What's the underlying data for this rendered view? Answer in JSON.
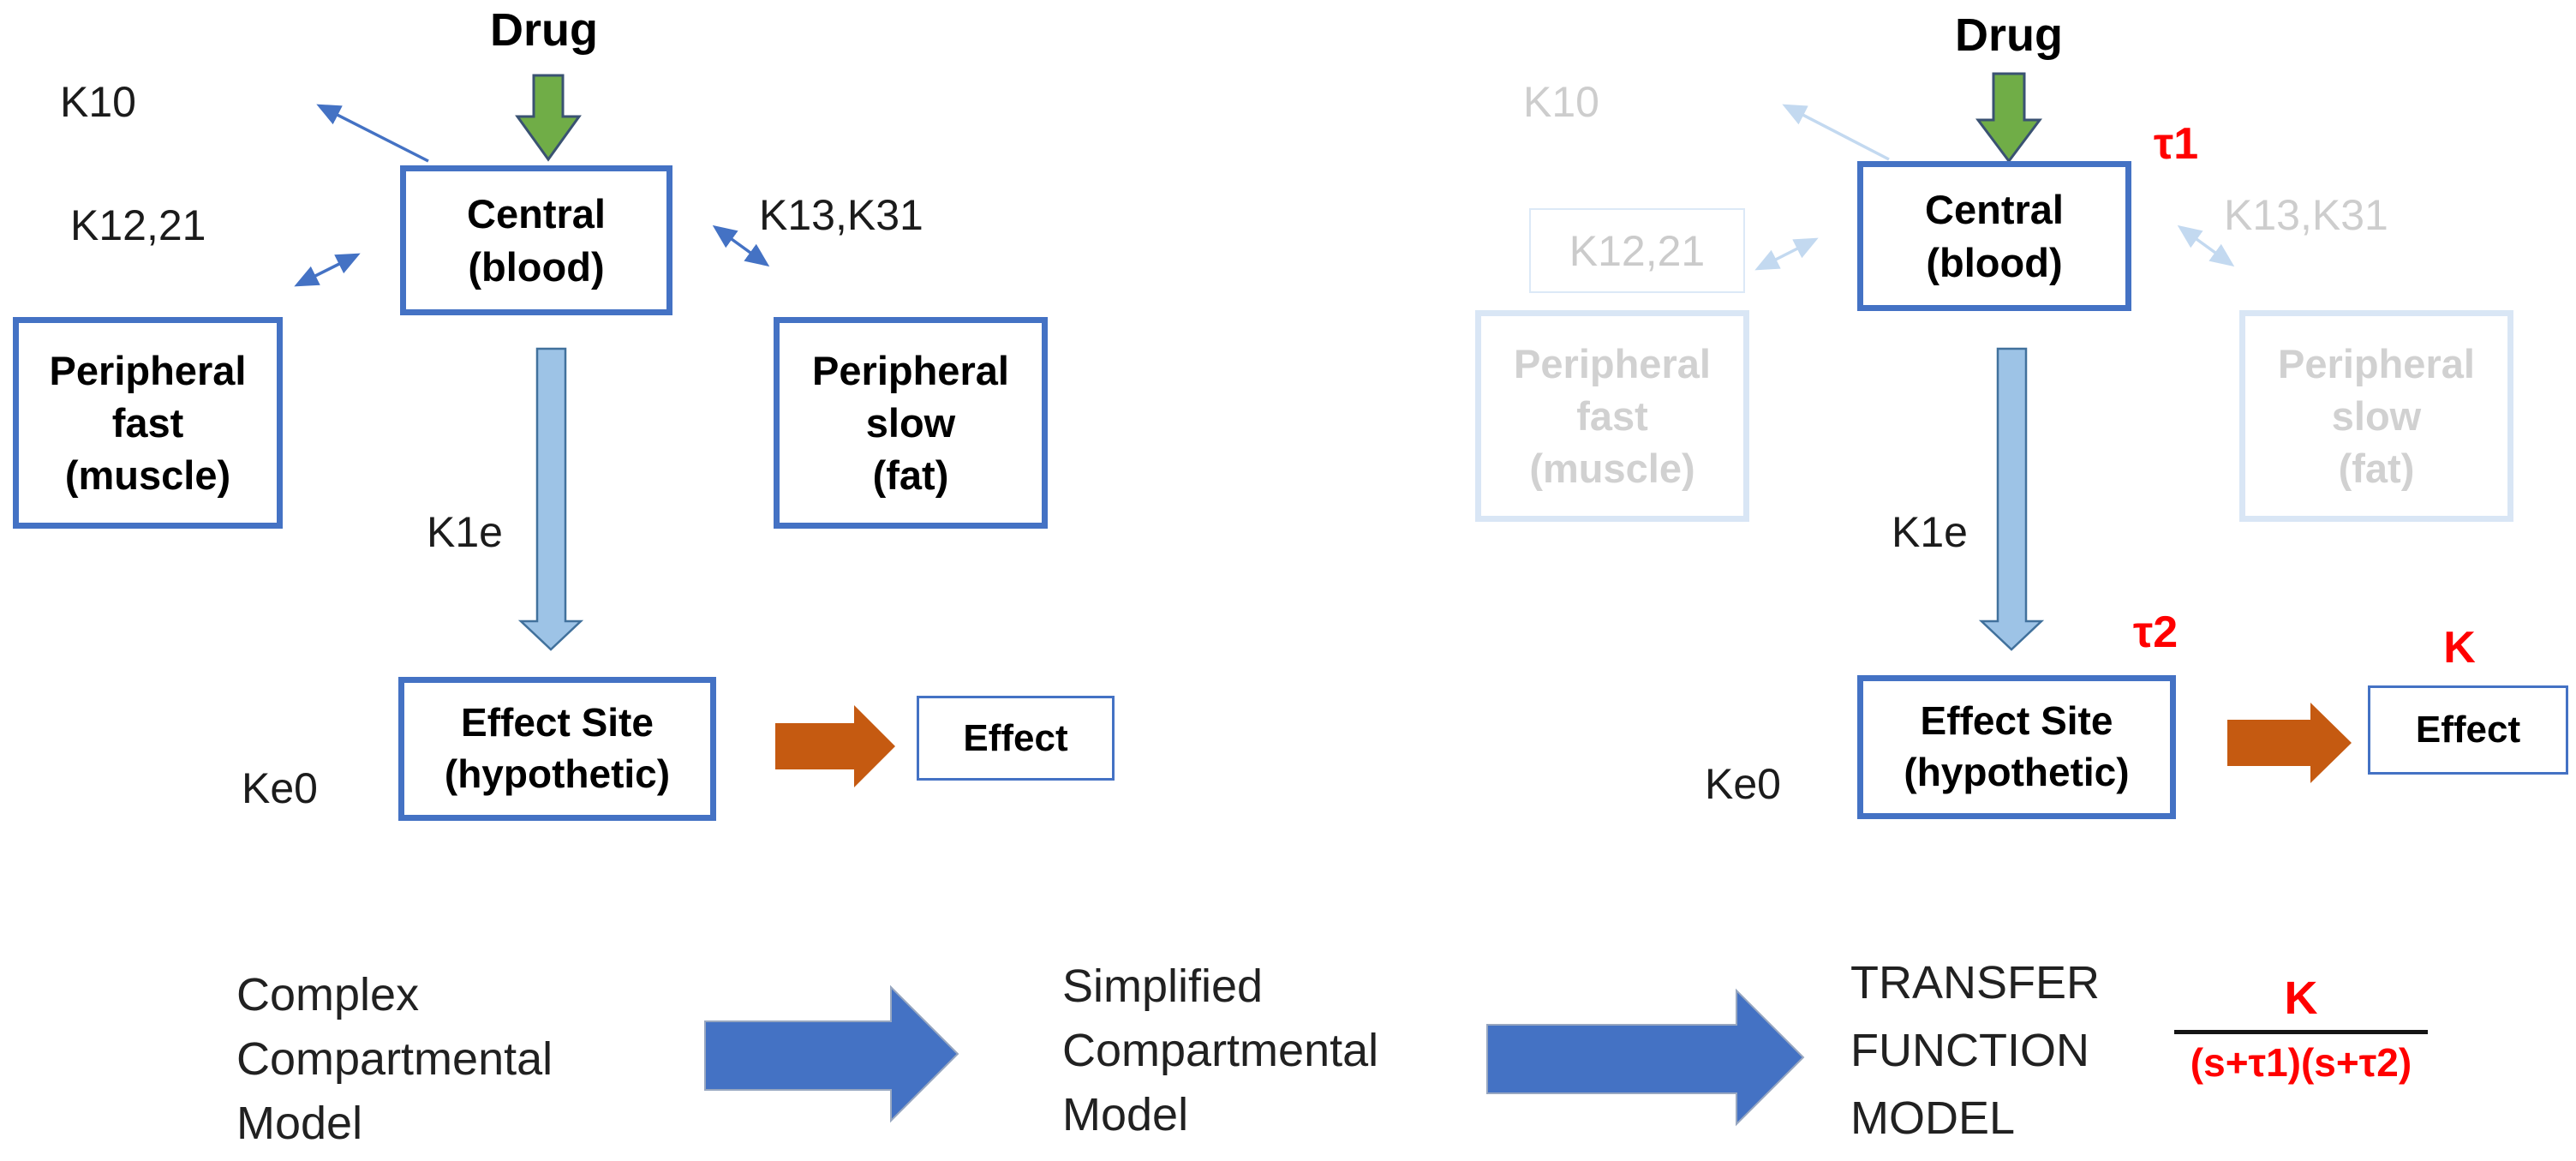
{
  "colors": {
    "box_border_blue": "#4472C4",
    "faded_border_blue": "#D9E6F5",
    "faded_text_gray": "#CDCDCD",
    "green_arrow_fill": "#70AD47",
    "light_blue_arrow_fill": "#9DC3E6",
    "orange_arrow_fill": "#C55A11",
    "big_arrow_blue": "#4472C4",
    "red_accent": "#FF0000",
    "text_black": "#1b1b1b"
  },
  "left_model": {
    "drug": "Drug",
    "k10": "K10",
    "k12_21": "K12,21",
    "k13_k31": "K13,K31",
    "k1e": "K1e",
    "ke0": "Ke0",
    "central": "Central\n(blood)",
    "peripheral_fast": "Peripheral\nfast\n(muscle)",
    "peripheral_slow": "Peripheral\nslow\n(fat)",
    "effect_site": "Effect Site\n(hypothetic)",
    "effect": "Effect"
  },
  "right_model": {
    "drug": "Drug",
    "tau1": "τ1",
    "tau2": "τ2",
    "k_gain": "K",
    "k10": "K10",
    "k12_21": "K12,21",
    "k13_k31": "K13,K31",
    "k1e": "K1e",
    "ke0": "Ke0",
    "central": "Central\n(blood)",
    "peripheral_fast": "Peripheral\nfast\n(muscle)",
    "peripheral_slow": "Peripheral\nslow\n(fat)",
    "effect_site": "Effect Site\n(hypothetic)",
    "effect": "Effect"
  },
  "process_flow": {
    "step1": "Complex\nCompartmental\nModel",
    "step2": "Simplified\nCompartmental\nModel",
    "step3": "TRANSFER\nFUNCTION\nMODEL",
    "formula_numerator": "K",
    "formula_denominator": "(s+τ1)(s+τ2)"
  }
}
